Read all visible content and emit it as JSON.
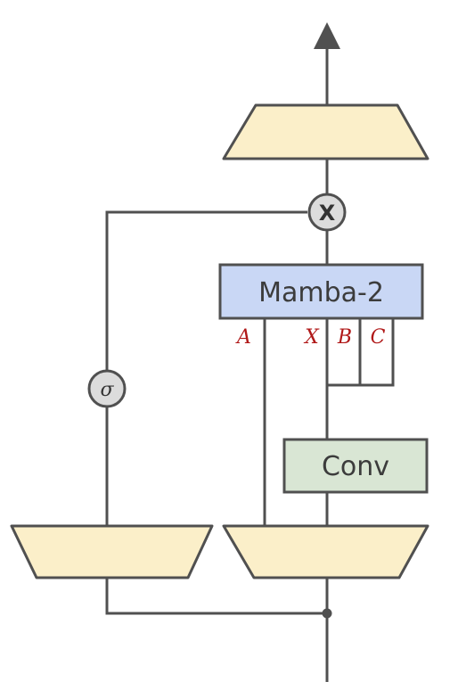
{
  "diagram": {
    "blocks": {
      "mamba": {
        "label": "Mamba-2"
      },
      "conv": {
        "label": "Conv"
      }
    },
    "ops": {
      "multiply": {
        "symbol": "X"
      },
      "gate": {
        "symbol": "σ"
      }
    },
    "ssm_inputs": [
      "A",
      "X",
      "B",
      "C"
    ]
  },
  "colors": {
    "line": "#505050",
    "projection_fill": "#fbefc9",
    "mamba_fill": "#c9d7f5",
    "conv_fill": "#d9e6d4",
    "op_fill": "#dcdcdc",
    "ssm_label": "#b01818"
  }
}
